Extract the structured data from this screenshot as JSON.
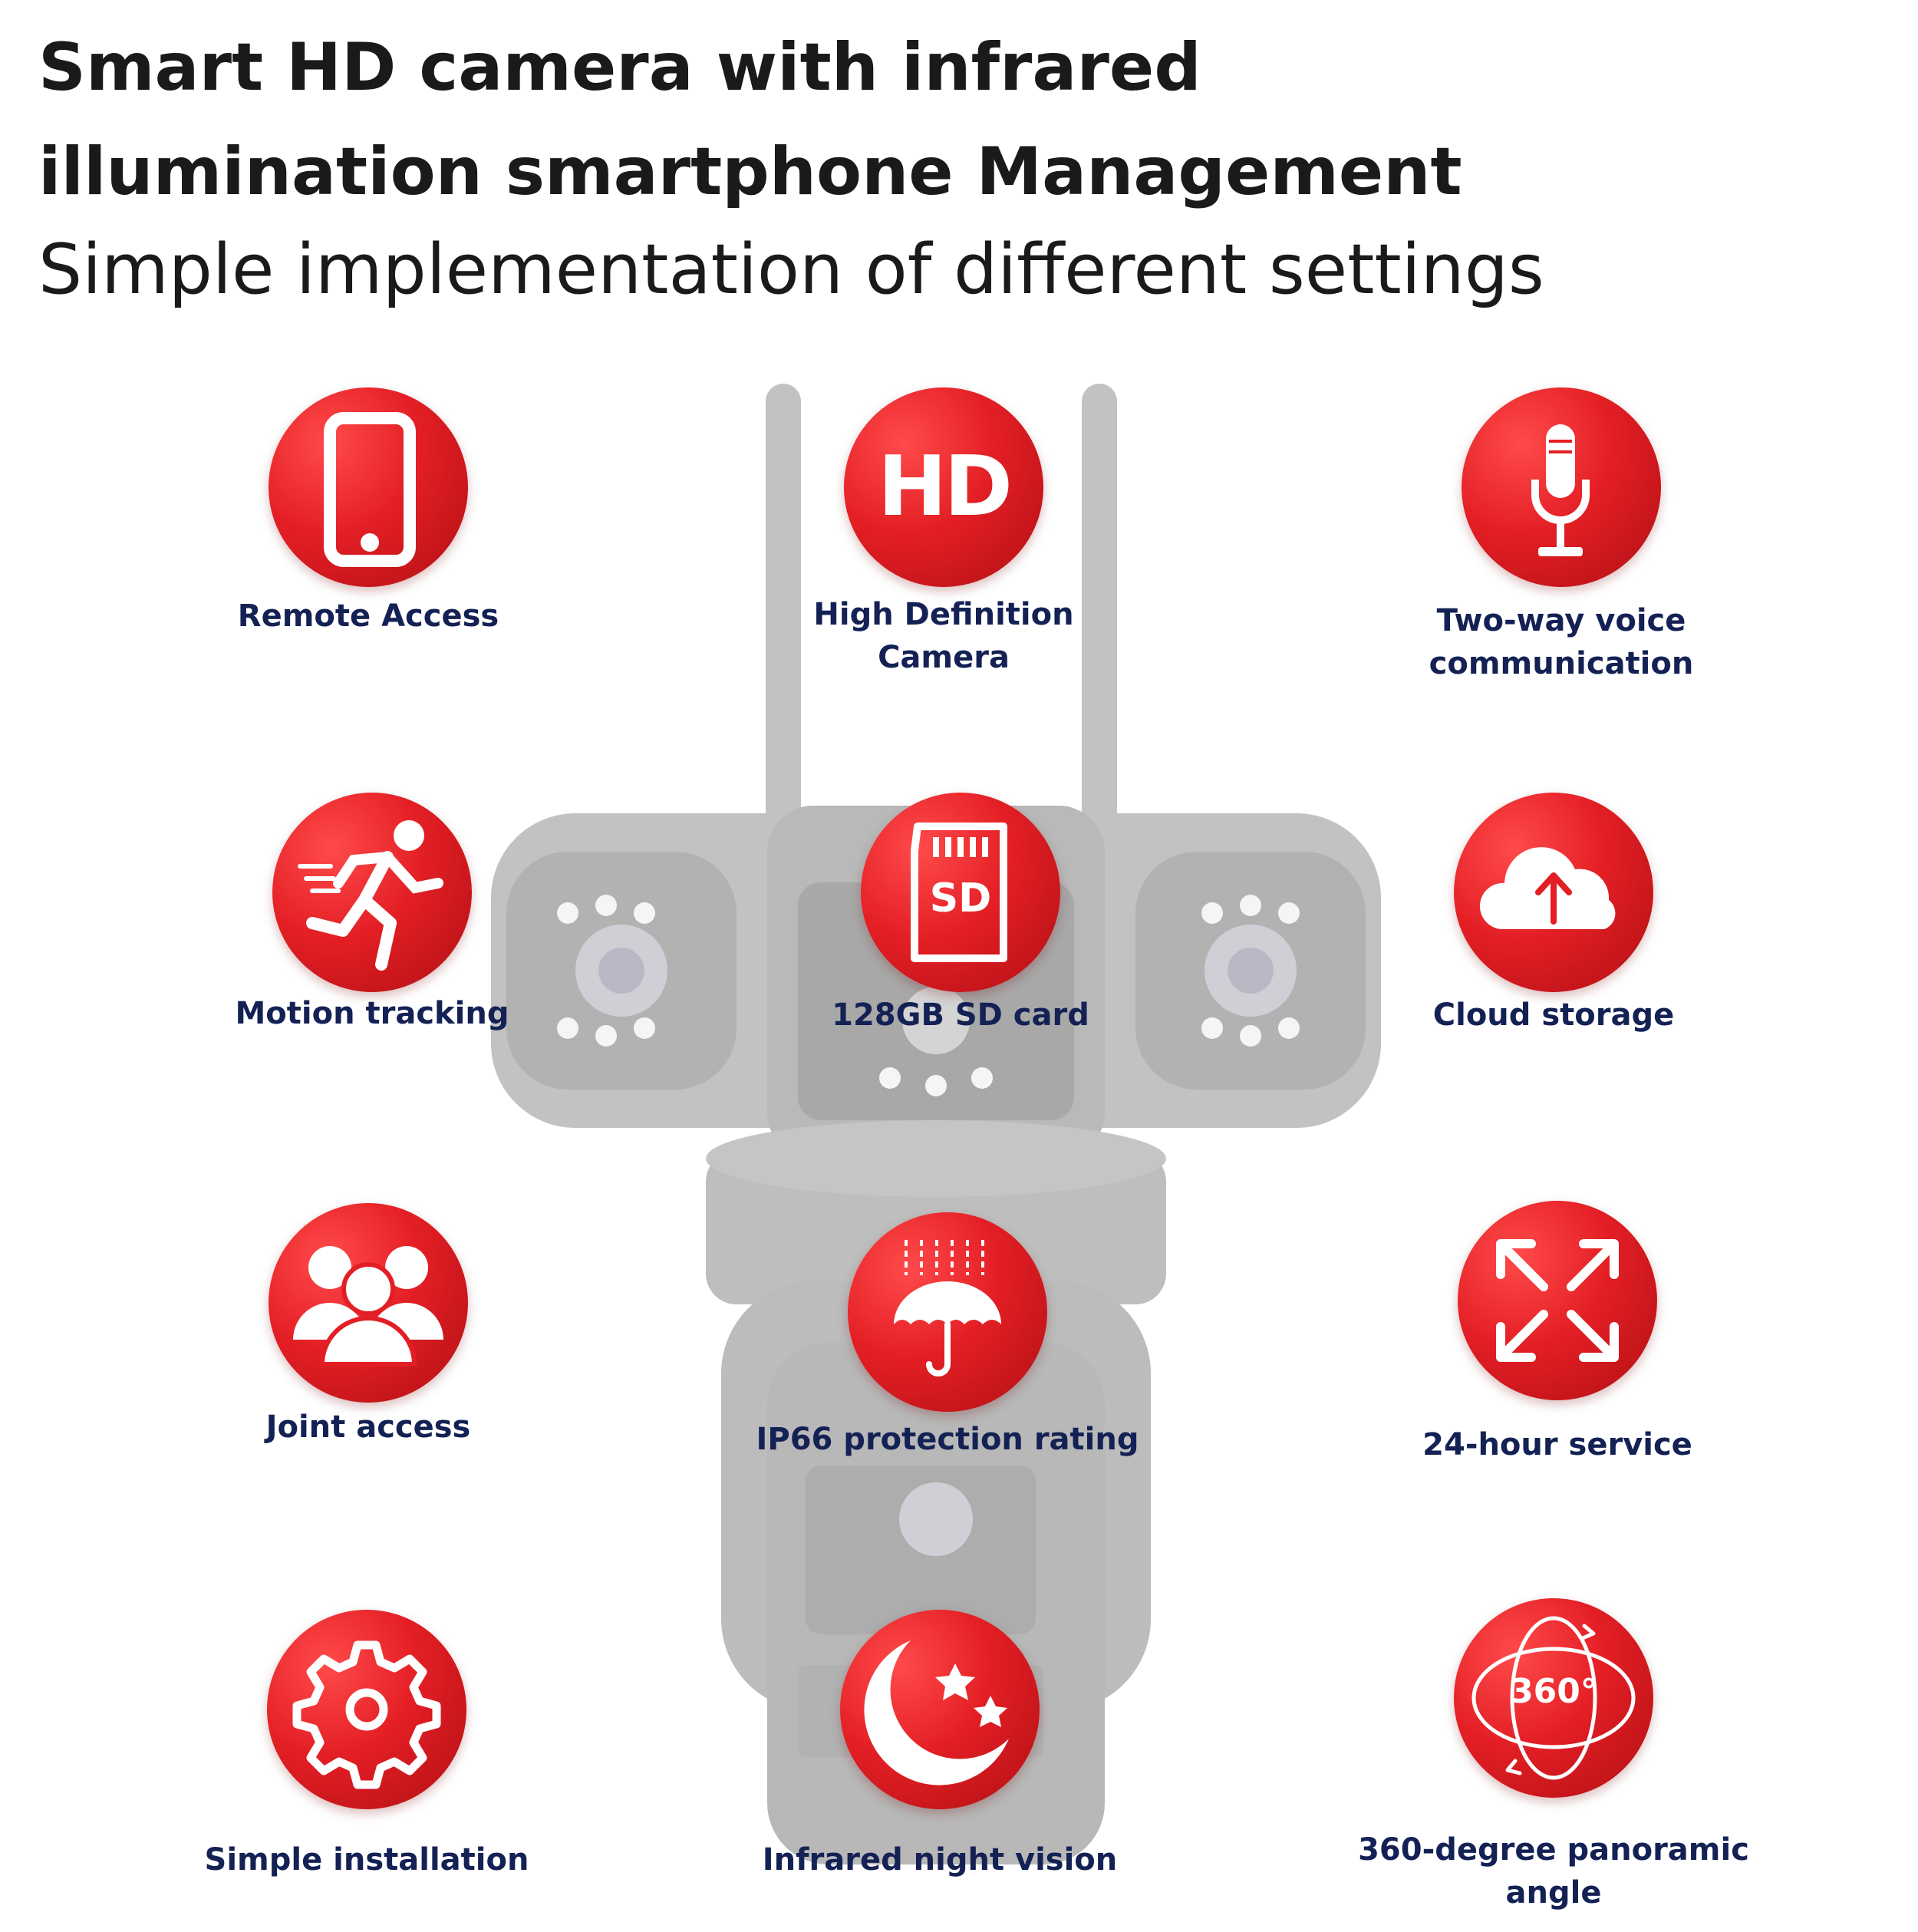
{
  "heading": {
    "line1": "Smart HD camera with infrared",
    "line2": "illumination smartphone Management"
  },
  "subheading": "Simple implementation of different settings",
  "colors": {
    "badge": "#e31f25",
    "label": "#142154",
    "heading": "#1a1a1a"
  },
  "features": {
    "remote_access": {
      "label": "Remote Access",
      "icon": "smartphone-icon"
    },
    "high_definition": {
      "label_line1": "High Definition",
      "label_line2": "Camera",
      "badge_text": "HD",
      "icon": "hd-icon"
    },
    "two_way_voice": {
      "label_line1": "Two-way voice",
      "label_line2": "communication",
      "icon": "microphone-icon"
    },
    "motion_tracking": {
      "label": "Motion tracking",
      "icon": "running-person-icon"
    },
    "sd_card": {
      "label": "128GB SD card",
      "badge_text": "SD",
      "icon": "sd-card-icon"
    },
    "cloud_storage": {
      "label": "Cloud storage",
      "icon": "cloud-upload-icon"
    },
    "joint_access": {
      "label": "Joint access",
      "icon": "group-icon"
    },
    "ip66": {
      "label": "IP66 protection rating",
      "icon": "umbrella-rain-icon"
    },
    "service_24h": {
      "label": "24-hour service",
      "icon": "expand-arrows-icon"
    },
    "simple_installation": {
      "label": "Simple installation",
      "icon": "gear-icon"
    },
    "night_vision": {
      "label": "Infrared night vision",
      "icon": "moon-stars-icon"
    },
    "panoramic": {
      "label_line1": "360-degree panoramic",
      "label_line2": "angle",
      "badge_text": "360°",
      "icon": "rotation-360-icon"
    }
  }
}
